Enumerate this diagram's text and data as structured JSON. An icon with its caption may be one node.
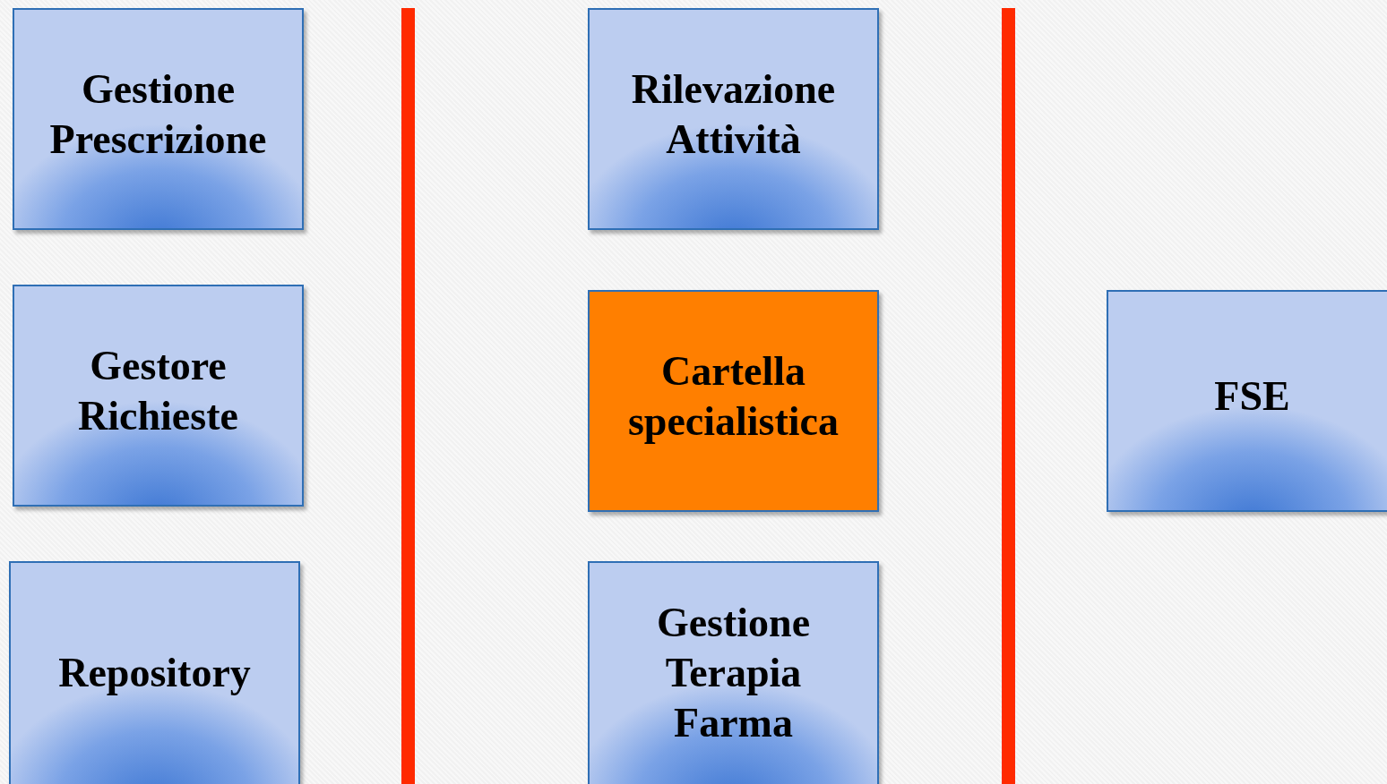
{
  "diagram": {
    "nodes": [
      {
        "text": [
          "Gestione Prescrizione"
        ]
      },
      {
        "text": [
          "Gestore Richieste"
        ]
      },
      {
        "text": [
          "Repository"
        ]
      },
      {
        "text": [
          "Rilevazione Attività"
        ]
      },
      {
        "text": [
          "Cartella specialistica"
        ]
      },
      {
        "text": [
          "Gestione Terapia Farma"
        ]
      },
      {
        "text": [
          "FSE"
        ]
      },
      {
        "text": [],
        "shape": "bar"
      },
      {
        "text": [],
        "shape": "bar"
      }
    ]
  }
}
